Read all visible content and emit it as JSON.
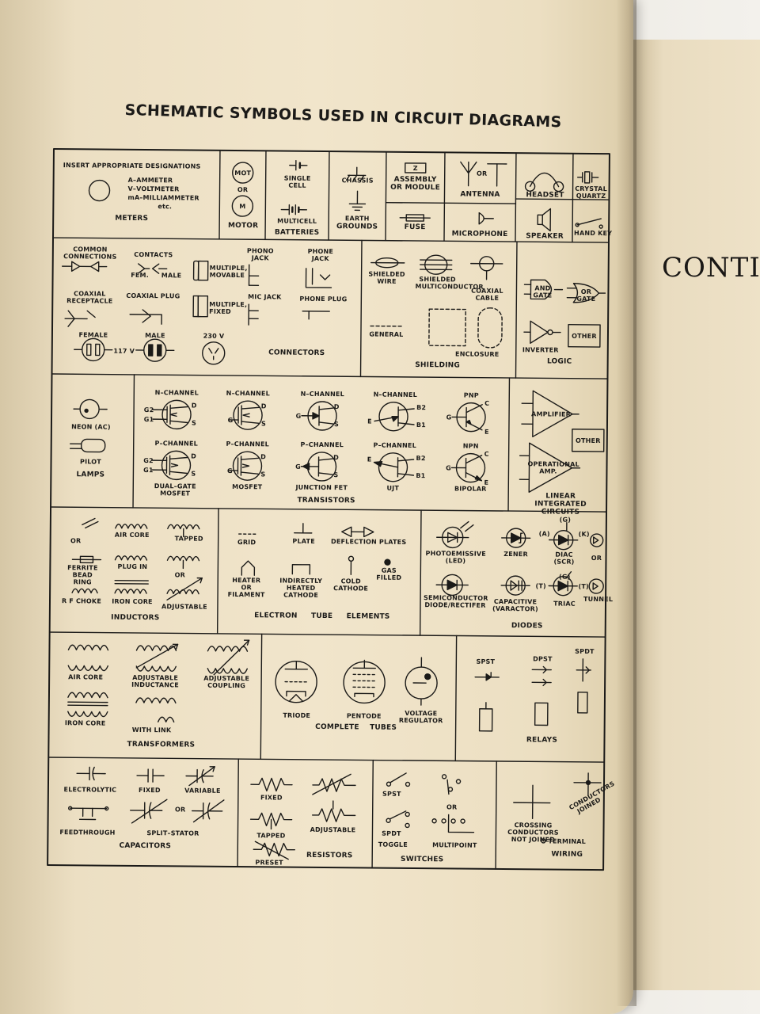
{
  "title": "SCHEMATIC SYMBOLS USED IN CIRCUIT DIAGRAMS",
  "right_page_text": "CONTI",
  "sections": {
    "meters": {
      "note": "INSERT APPROPRIATE DESIGNATIONS",
      "a": "A–AMMETER",
      "v": "V–VOLTMETER",
      "ma": "mA–MILLIAMMETER",
      "etc": "etc.",
      "name": "METERS"
    },
    "motor": {
      "mot": "MOT",
      "or": "OR",
      "m": "M",
      "name": "MOTOR"
    },
    "batteries": {
      "single": "SINGLE CELL",
      "multi": "MULTICELL",
      "name": "BATTERIES"
    },
    "grounds": {
      "chassis": "CHASSIS",
      "earth": "EARTH",
      "name": "GROUNDS"
    },
    "assembly": {
      "z": "Z",
      "name": "ASSEMBLY OR MODULE"
    },
    "fuse": {
      "name": "FUSE"
    },
    "antenna": {
      "or": "OR",
      "name": "ANTENNA"
    },
    "microphone": {
      "name": "MICROPHONE"
    },
    "headset": {
      "name": "HEADSET"
    },
    "speaker": {
      "name": "SPEAKER"
    },
    "crystal": {
      "name": "CRYSTAL QUARTZ"
    },
    "handkey": {
      "name": "HAND KEY"
    },
    "connectors": {
      "common": "COMMON CONNECTIONS",
      "contacts": "CONTACTS",
      "fem": "FEM.",
      "male_c": "MALE",
      "multiple_movable": "MULTIPLE, MOVABLE",
      "multiple_fixed": "MULTIPLE, FIXED",
      "phono": "PHONO JACK",
      "mic": "MIC JACK",
      "phone_jack": "PHONE JACK",
      "phone_plug": "PHONE PLUG",
      "coax_rec": "COAXIAL RECEPTACLE",
      "coax_plug": "COAXIAL PLUG",
      "female": "FEMALE",
      "male": "MALE",
      "v117": "117 V",
      "v230": "230 V",
      "name": "CONNECTORS"
    },
    "shielding": {
      "shielded_wire": "SHIELDED WIRE",
      "multi": "SHIELDED MULTICONDUCTOR",
      "coax": "COAXIAL CABLE",
      "general": "GENERAL",
      "enclosure": "ENCLOSURE",
      "name": "SHIELDING"
    },
    "logic": {
      "and": "AND GATE",
      "or": "OR GATE",
      "inverter": "INVERTER",
      "other": "OTHER",
      "name": "LOGIC"
    },
    "lamps": {
      "neon": "NEON (AC)",
      "pilot": "PILOT",
      "name": "LAMPS"
    },
    "transistors": {
      "n_channel": "N–CHANNEL",
      "p_channel": "P–CHANNEL",
      "pnp": "PNP",
      "npn": "NPN",
      "dual_gate": "DUAL–GATE MOSFET",
      "mosfet": "MOSFET",
      "jfet": "JUNCTION FET",
      "ujt": "UJT",
      "bipolar": "BIPOLAR",
      "g1": "G1",
      "g2": "G2",
      "g": "G",
      "d": "D",
      "s": "S",
      "e": "E",
      "b1": "B1",
      "b2": "B2",
      "c": "C",
      "name": "TRANSISTORS"
    },
    "linear": {
      "amplifier": "AMPLIFIER",
      "opamp": "OPERATIONAL AMP.",
      "other": "OTHER",
      "name": "LINEAR INTEGRATED CIRCUITS"
    },
    "inductors": {
      "or": "OR",
      "air_core": "AIR CORE",
      "tapped": "TAPPED",
      "ferrite": "FERRITE BEAD RING",
      "plug_in": "PLUG IN",
      "rf_choke": "R F CHOKE",
      "iron_core": "IRON CORE",
      "adjustable": "ADJUSTABLE",
      "name": "INDUCTORS"
    },
    "tube_elements": {
      "grid": "GRID",
      "plate": "PLATE",
      "deflection": "DEFLECTION PLATES",
      "heater": "HEATER OR FILAMENT",
      "indirect": "INDIRECTLY HEATED CATHODE",
      "cold": "COLD CATHODE",
      "gas": "GAS FILLED",
      "name": "ELECTRON TUBE ELEMENTS"
    },
    "diodes": {
      "photo": "PHOTOEMISSIVE (LED)",
      "zener": "ZENER",
      "diac": "DIAC (SCR)",
      "or": "OR",
      "semi": "SEMICONDUCTOR DIODE/RECTIFER",
      "cap": "CAPACITIVE (VARACTOR)",
      "triac": "TRIAC",
      "tunnel": "TUNNEL",
      "g": "(G)",
      "a": "(A)",
      "k": "(K)",
      "t": "(T)",
      "name": "DIODES"
    },
    "transformers": {
      "air_core": "AIR CORE",
      "adj_ind": "ADJUSTABLE INDUCTANCE",
      "adj_coup": "ADJUSTABLE COUPLING",
      "iron_core": "IRON CORE",
      "with_link": "WITH LINK",
      "name": "TRANSFORMERS"
    },
    "tubes": {
      "triode": "TRIODE",
      "pentode": "PENTODE",
      "vr": "VOLTAGE REGULATOR",
      "name": "COMPLETE TUBES"
    },
    "relays": {
      "spst": "SPST",
      "dpst": "DPST",
      "spdt": "SPDT",
      "name": "RELAYS"
    },
    "capacitors": {
      "electrolytic": "ELECTROLYTIC",
      "fixed": "FIXED",
      "variable": "VARIABLE",
      "feedthrough": "FEEDTHROUGH",
      "split": "SPLIT–STATOR",
      "or": "OR",
      "name": "CAPACITORS"
    },
    "resistors": {
      "fixed": "FIXED",
      "tapped": "TAPPED",
      "adjustable": "ADJUSTABLE",
      "preset": "PRESET",
      "name": "RESISTORS"
    },
    "switches": {
      "spst": "SPST",
      "spdt": "SPDT",
      "or": "OR",
      "toggle": "TOGGLE",
      "multipoint": "MULTIPOINT",
      "name": "SWITCHES"
    },
    "wiring": {
      "crossing": "CROSSING CONDUCTORS NOT JOINED",
      "joined": "CONDUCTORS JOINED",
      "terminal": "TERMINAL",
      "name": "WIRING"
    }
  }
}
